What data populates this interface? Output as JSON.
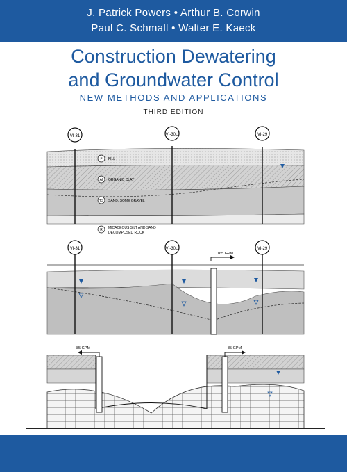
{
  "authors": {
    "line1": "J. Patrick Powers • Arthur B. Corwin",
    "line2": "Paul C. Schmall • Walter E. Kaeck"
  },
  "title": {
    "line1": "Construction Dewatering",
    "line2": "and Groundwater Control"
  },
  "subtitle": "NEW METHODS AND APPLICATIONS",
  "edition": "THIRD EDITION",
  "colors": {
    "brand_blue": "#1e5aa0",
    "water_blue": "#1e5aa0"
  },
  "figure": {
    "well_labels": [
      "VI-31",
      "VI-30U",
      "VI-29"
    ],
    "legend_f": "F",
    "legend_fill": "FILL",
    "legend_ai": "AI",
    "legend_organic_clay": "ORGANIC CLAY",
    "legend_ts": "TS",
    "legend_sand_gravel": "SAND, SOME GRAVEL",
    "legend_r": "R",
    "legend_rock_line1": "MICACEOUS SILT AND SAND",
    "legend_rock_line2": "DECOMPOSED ROCK",
    "pump_label_mid": "165 GPM",
    "pump_label_left": "85 GPM",
    "pump_label_right": "85 GPM"
  }
}
